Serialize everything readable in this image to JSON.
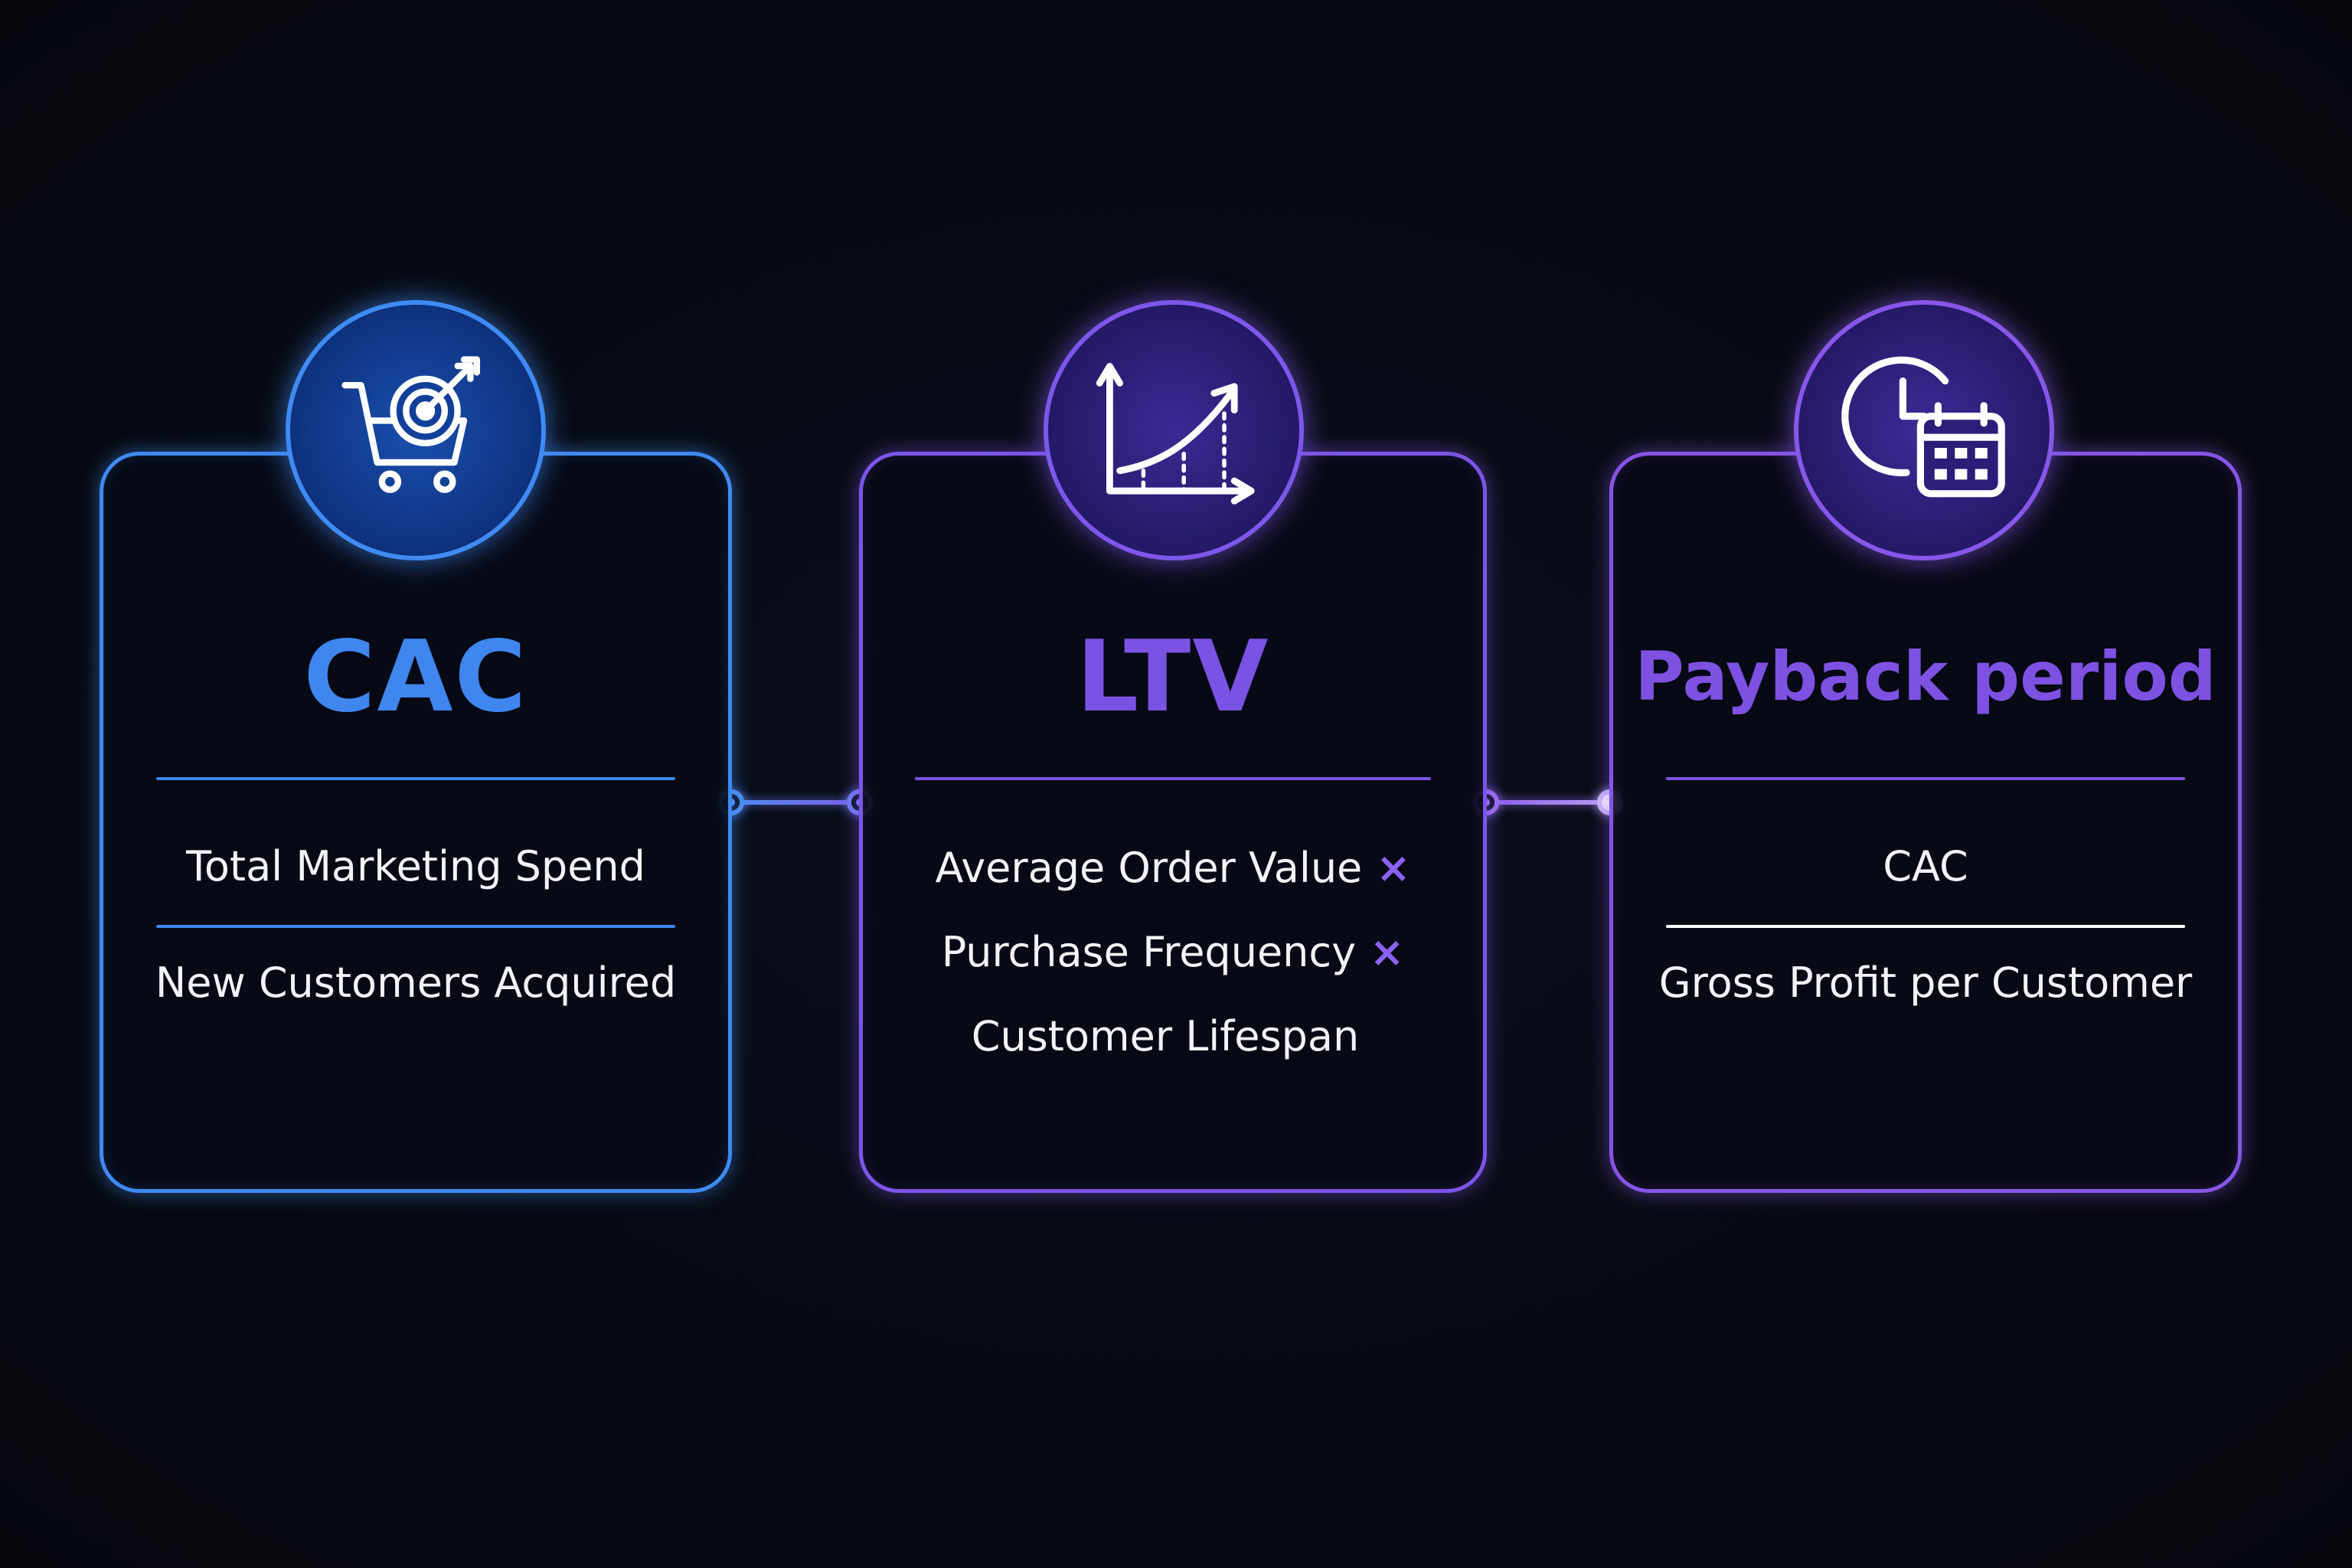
{
  "cards": {
    "cac": {
      "title": "CAC",
      "numerator": "Total Marketing Spend",
      "denominator": "New Customers Acquired",
      "icon": "cart-target-icon",
      "color": "#3f8af3"
    },
    "ltv": {
      "title": "LTV",
      "factors": [
        "Average Order Value",
        "Purchase Frequency",
        "Customer Lifespan"
      ],
      "operator": "×",
      "icon": "growth-chart-icon",
      "color": "#7c55e8"
    },
    "payback": {
      "title": "Payback period",
      "numerator": "CAC",
      "denominator": "Gross Profit per Customer",
      "icon": "clock-calendar-icon",
      "color": "#8655e6"
    }
  }
}
